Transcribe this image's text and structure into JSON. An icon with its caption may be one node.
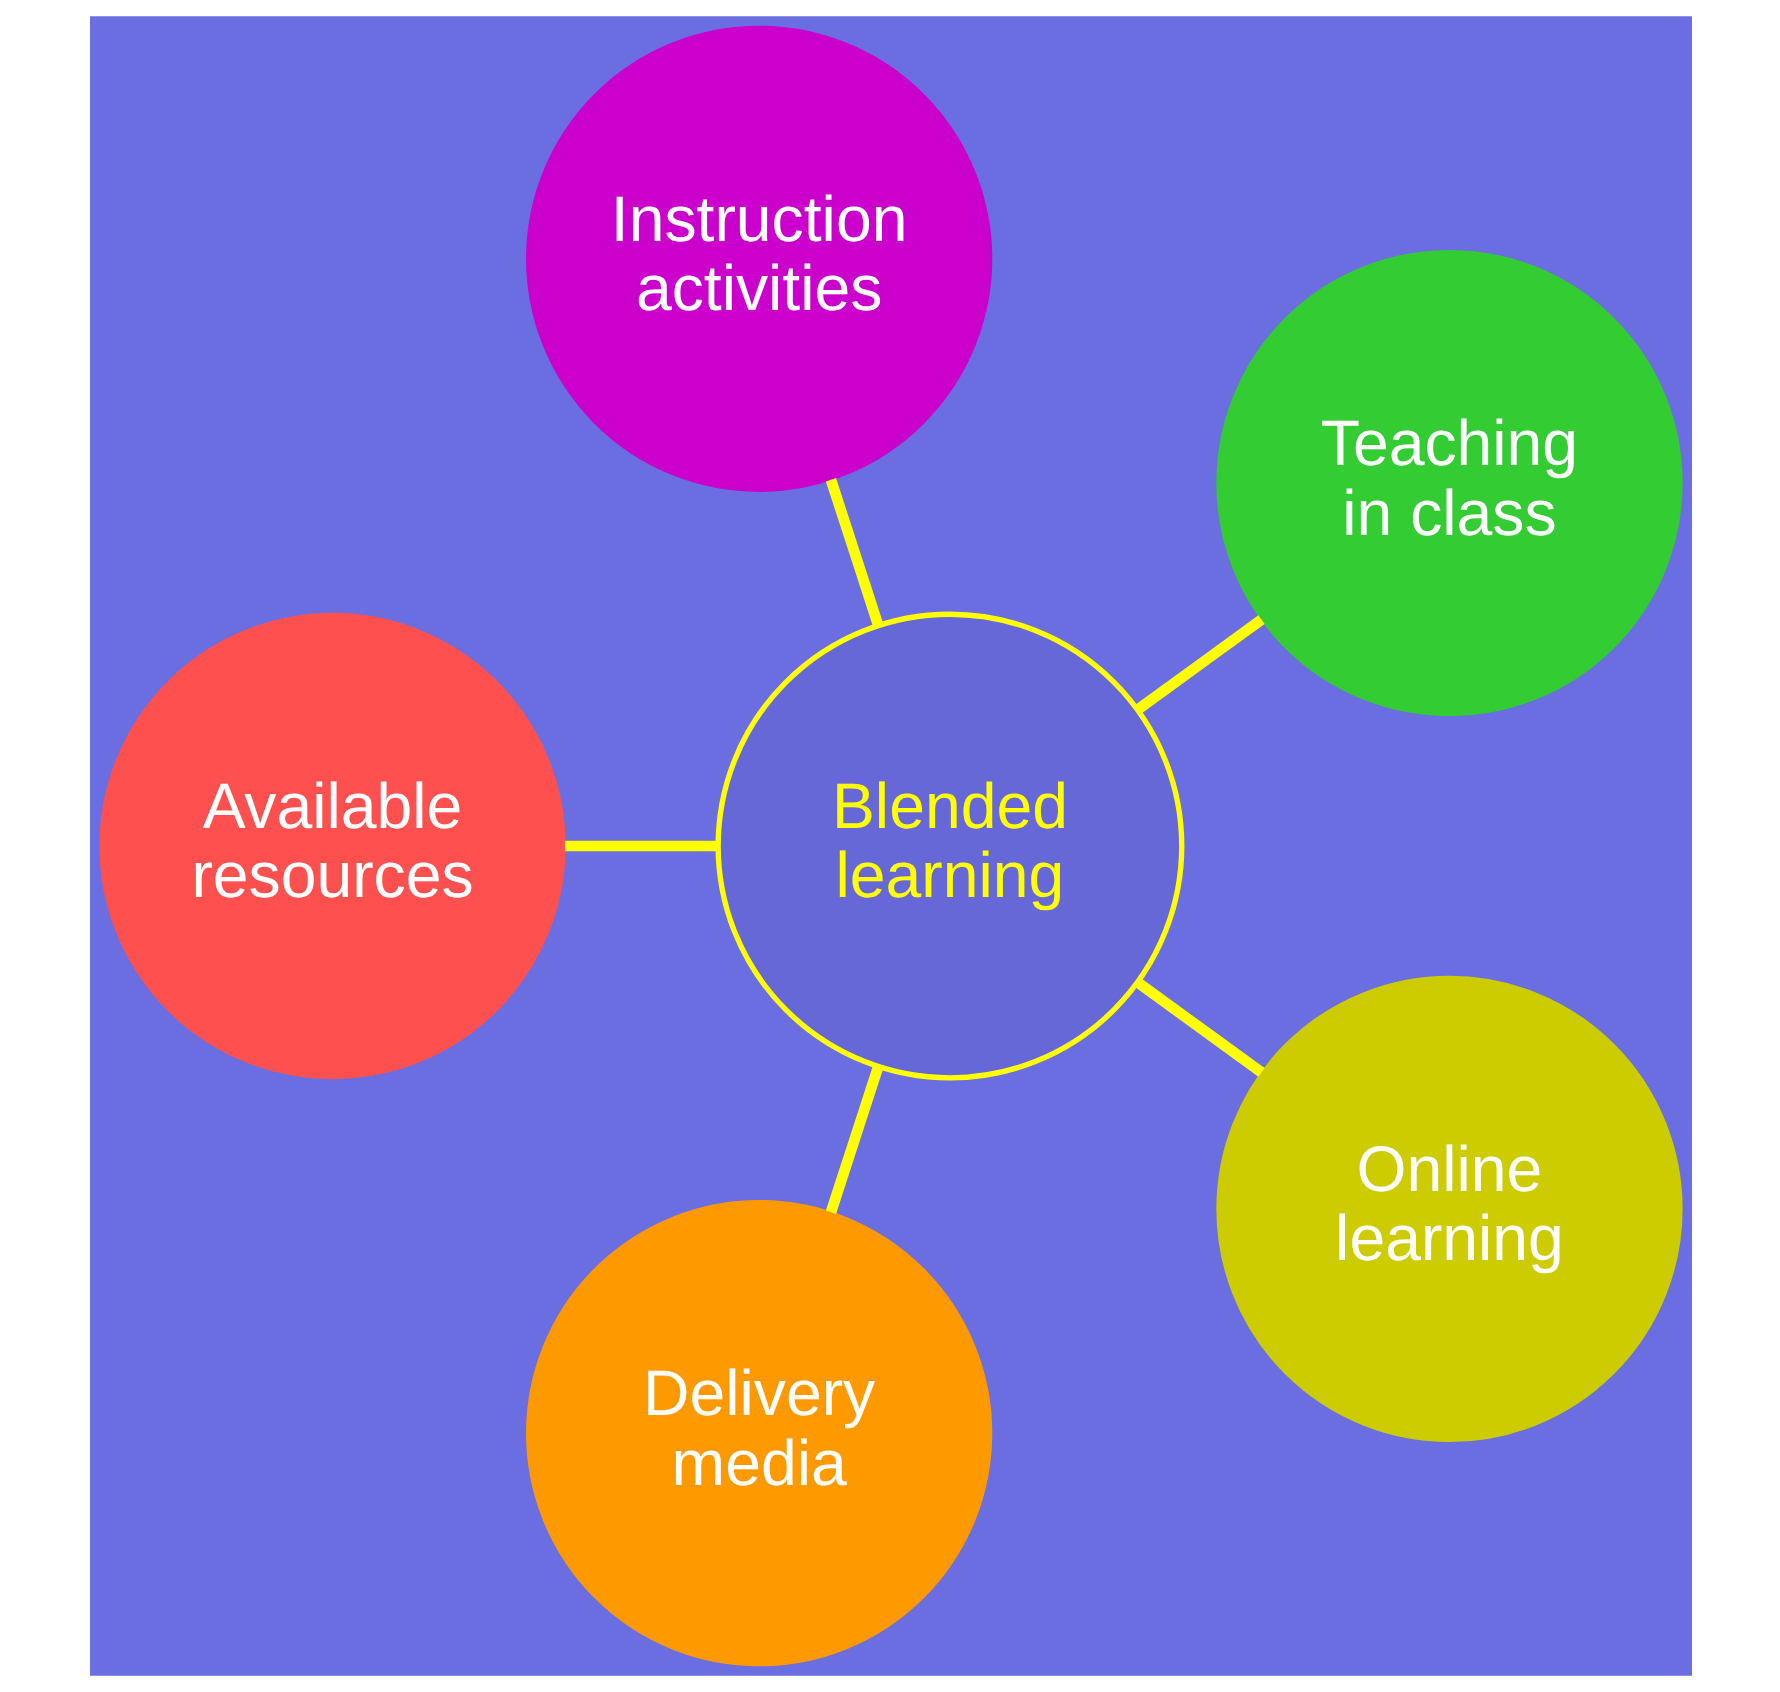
{
  "diagram": {
    "nodes": [
      {
        "text": [
          "Blended learning"
        ]
      },
      {
        "text": [
          "Teaching in class"
        ]
      },
      {
        "text": [
          "Instruction activities"
        ]
      },
      {
        "text": [
          "Available resources"
        ]
      },
      {
        "text": [
          "Delivery media"
        ]
      },
      {
        "text": [
          "Online learning"
        ]
      }
    ],
    "edges": [
      {
        "from": 0,
        "to": 1,
        "arrow": "none"
      },
      {
        "from": 0,
        "to": 2,
        "arrow": "none"
      },
      {
        "from": 0,
        "to": 3,
        "arrow": "none"
      },
      {
        "from": 0,
        "to": 4,
        "arrow": "none"
      },
      {
        "from": 0,
        "to": 5,
        "arrow": "none"
      }
    ]
  }
}
